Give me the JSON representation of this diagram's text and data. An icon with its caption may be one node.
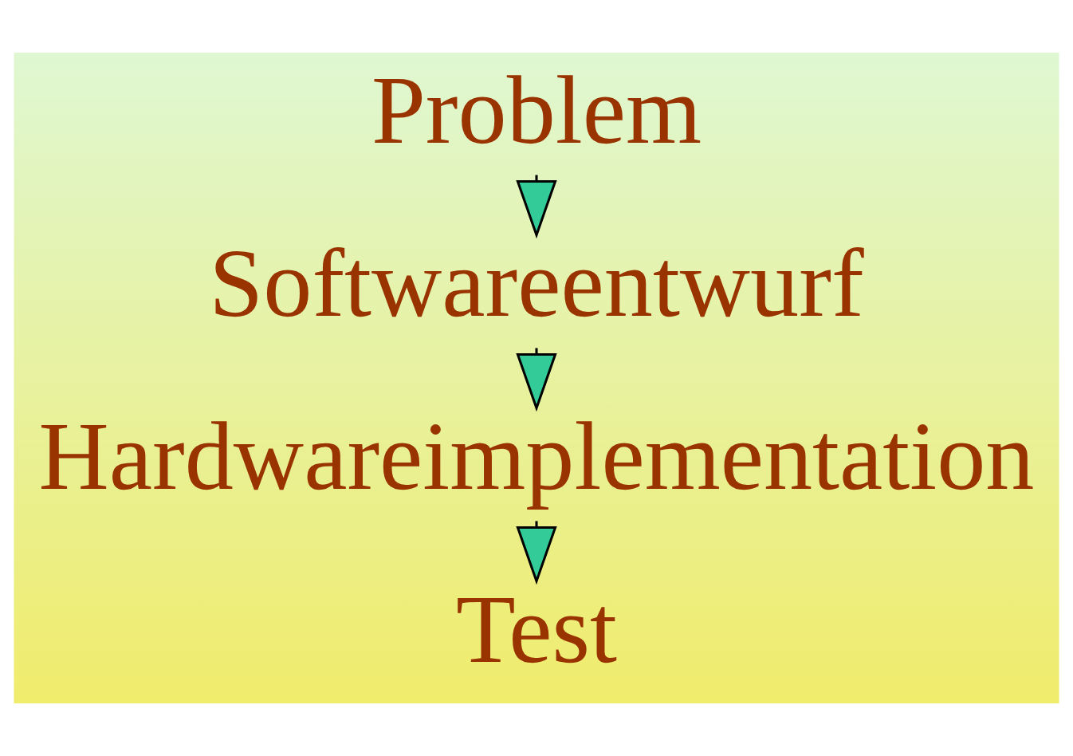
{
  "diagram": {
    "nodes": [
      {
        "text": [
          "Problem"
        ]
      },
      {
        "text": [
          "Softwareentwurf"
        ]
      },
      {
        "text": [
          "Hardwareimplementation"
        ]
      },
      {
        "text": [
          "Test"
        ]
      }
    ],
    "edges": [
      {
        "from": 0,
        "to": 1,
        "arrow": "to"
      },
      {
        "from": 1,
        "to": 2,
        "arrow": "to"
      },
      {
        "from": 2,
        "to": 3,
        "arrow": "to"
      }
    ]
  }
}
